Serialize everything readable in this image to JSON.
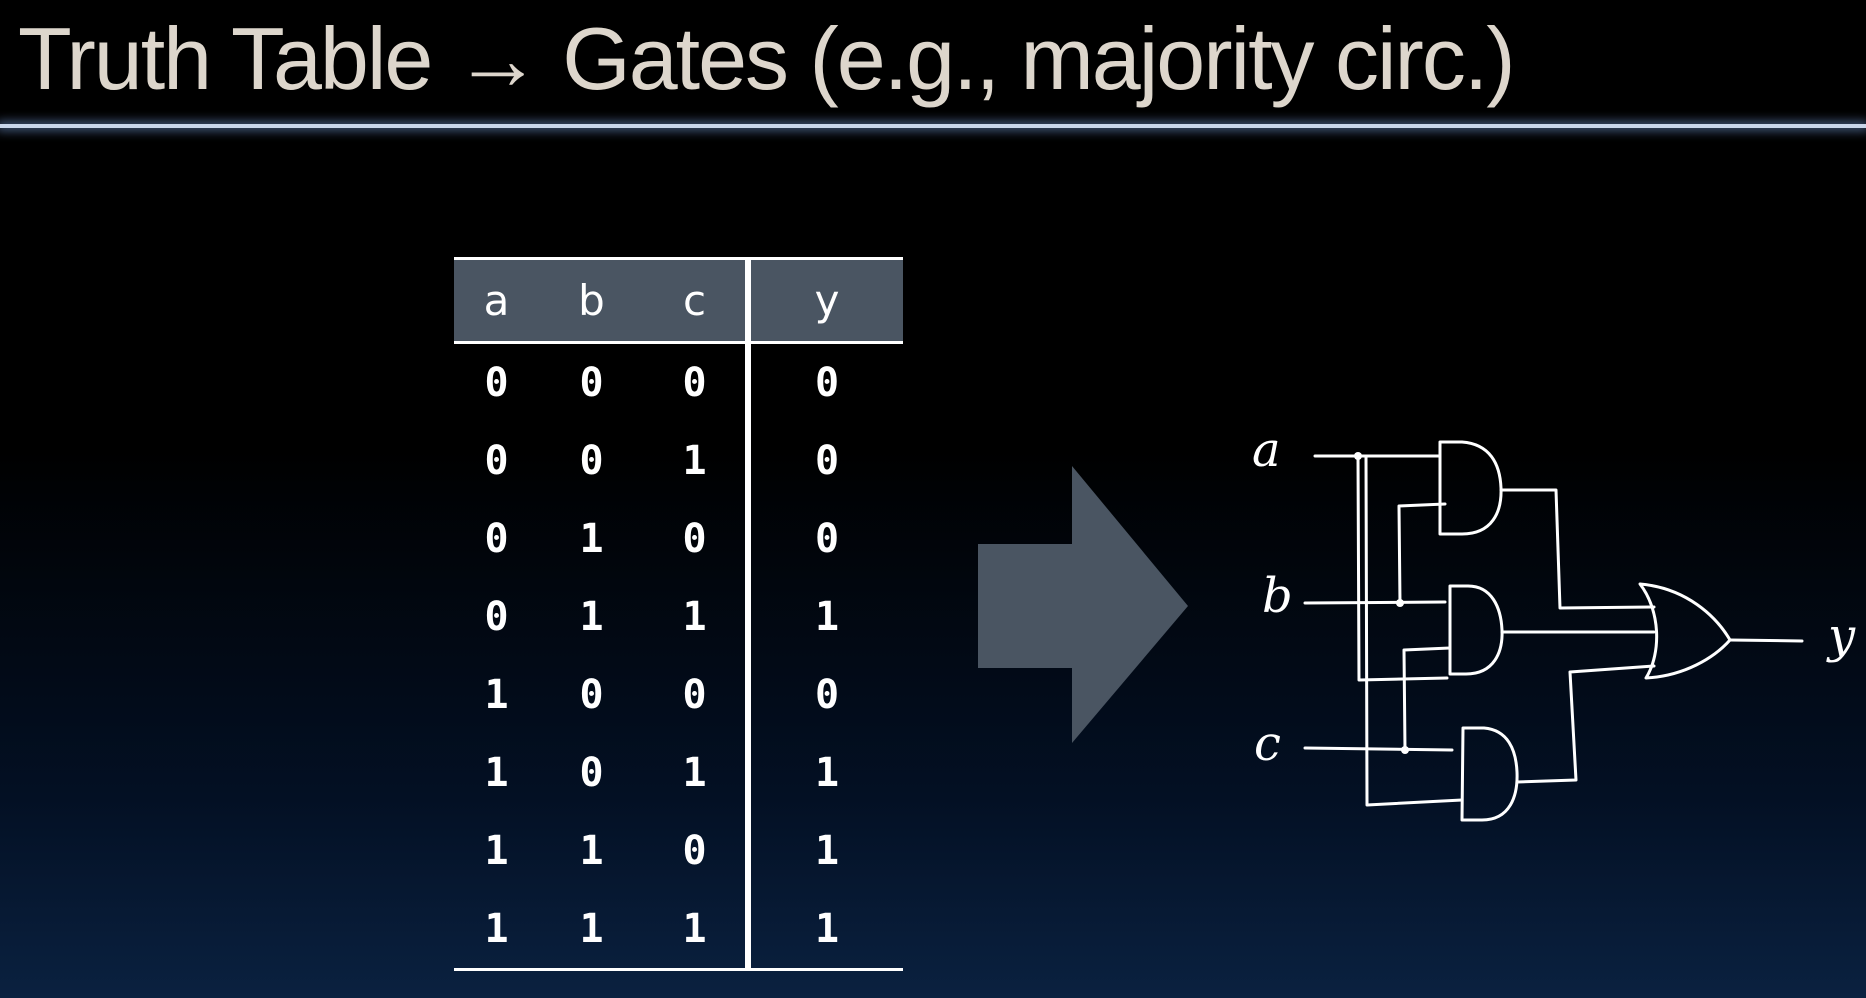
{
  "title": "Truth Table → Gates (e.g., majority circ.)",
  "table": {
    "headers": [
      "a",
      "b",
      "c",
      "y"
    ],
    "rows": [
      [
        "0",
        "0",
        "0",
        "0"
      ],
      [
        "0",
        "0",
        "1",
        "0"
      ],
      [
        "0",
        "1",
        "0",
        "0"
      ],
      [
        "0",
        "1",
        "1",
        "1"
      ],
      [
        "1",
        "0",
        "0",
        "0"
      ],
      [
        "1",
        "0",
        "1",
        "1"
      ],
      [
        "1",
        "1",
        "0",
        "1"
      ],
      [
        "1",
        "1",
        "1",
        "1"
      ]
    ]
  },
  "circuit": {
    "input_labels": [
      "a",
      "b",
      "c"
    ],
    "output_label": "y",
    "gates": [
      "and-gate",
      "and-gate",
      "and-gate",
      "or-gate"
    ]
  },
  "colors": {
    "title": "#ddd6cc",
    "header_fill": "#4a5562",
    "arrow": "#4a5562",
    "lines": "#ffffff"
  }
}
